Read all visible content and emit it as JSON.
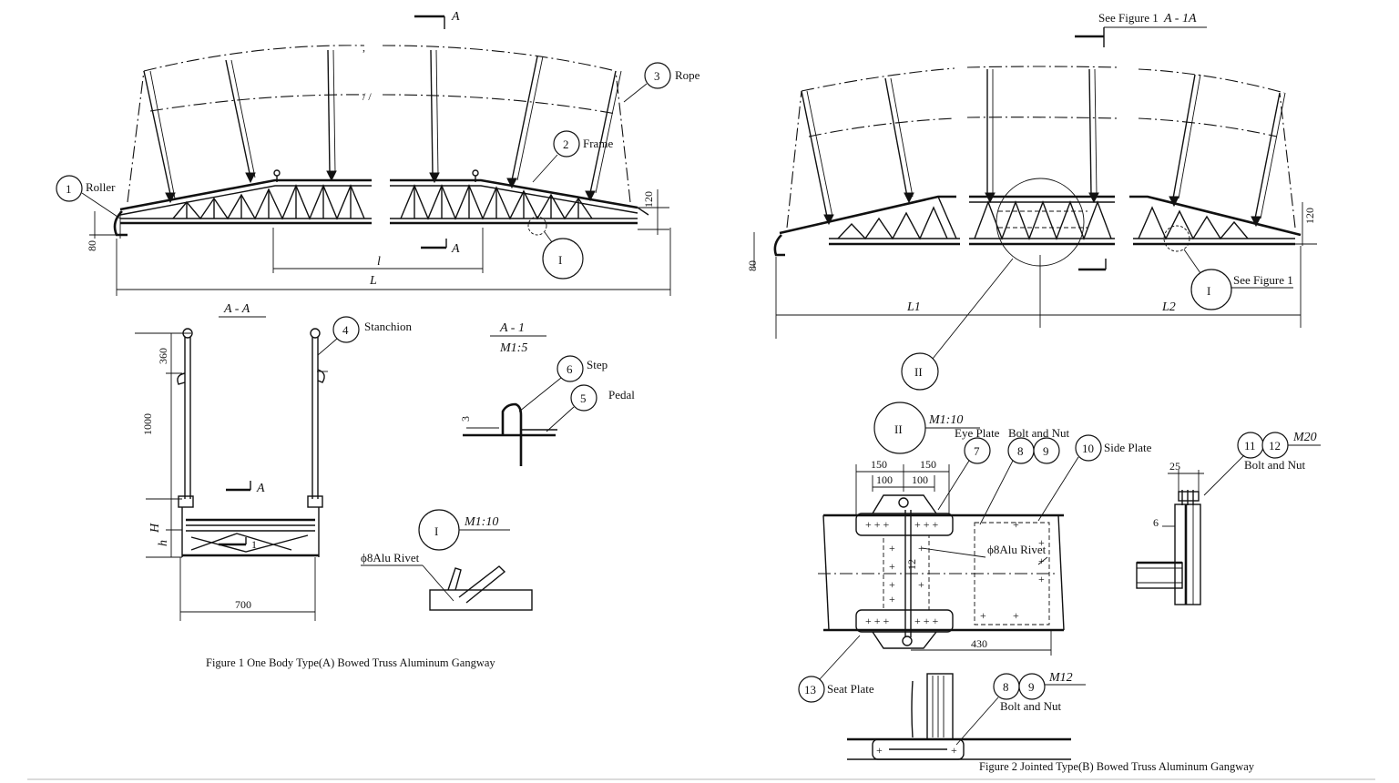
{
  "figure1": {
    "caption": "Figure 1 One Body Type(A) Bowed Truss Aluminum Gangway",
    "section_mark_top": "A",
    "section_mark_bottom": "A",
    "dimensions": {
      "h80": "80",
      "h120": "120",
      "span_l": "l",
      "span_L": "L"
    },
    "callouts": [
      {
        "num": "1",
        "label": "Roller"
      },
      {
        "num": "2",
        "label": "Frame"
      },
      {
        "num": "3",
        "label": "Rope"
      },
      {
        "num": "4",
        "label": "Stanchion"
      },
      {
        "num": "6",
        "label": "Step"
      },
      {
        "num": "5",
        "label": "Pedal"
      }
    ],
    "detail_I_bubble": "I",
    "section_AA": {
      "title": "A - A",
      "dims": {
        "d360": "360",
        "d1000": "1000",
        "dH": "H",
        "dh": "h",
        "d700": "700"
      },
      "section_mark": "A",
      "detail_mark": "1"
    },
    "section_A1": {
      "title": "A - 1",
      "scale": "M1:5",
      "dim3": "3"
    },
    "detail_I": {
      "bubble": "I",
      "scale": "M1:10",
      "rivet_label": "ϕ8Alu Rivet"
    }
  },
  "figure2": {
    "caption": "Figure 2 Jointed Type(B) Bowed Truss Aluminum Gangway",
    "see_figure_top": "See Figure 1",
    "see_figure_top_ref": "A - 1A",
    "dimensions": {
      "h80": "80",
      "h120": "120",
      "L1": "L1",
      "L2": "L2"
    },
    "detail_I_bubble": "I",
    "detail_I_note": "See Figure 1",
    "detail_II_bubble": "II",
    "detail_II": {
      "bubble": "II",
      "scale": "M1:10",
      "dims": {
        "d150a": "150",
        "d150b": "150",
        "d100a": "100",
        "d100b": "100",
        "d430": "430",
        "d12": "12"
      },
      "rivet_label": "ϕ8Alu Rivet",
      "callouts": [
        {
          "num": "7",
          "label": "Eye Plate"
        },
        {
          "num": "8",
          "label": ""
        },
        {
          "num": "9",
          "label": "Bolt and Nut"
        },
        {
          "num": "10",
          "label": "Side Plate"
        },
        {
          "num": "13",
          "label": "Seat Plate"
        }
      ]
    },
    "detail_M20": {
      "callouts": [
        {
          "num": "11"
        },
        {
          "num": "12"
        }
      ],
      "spec": "M20",
      "label": "Bolt and Nut",
      "dims": {
        "d25": "25",
        "d6": "6"
      }
    },
    "detail_M12": {
      "callouts": [
        {
          "num": "8"
        },
        {
          "num": "9"
        }
      ],
      "spec": "M12",
      "label": "Bolt and Nut"
    }
  }
}
